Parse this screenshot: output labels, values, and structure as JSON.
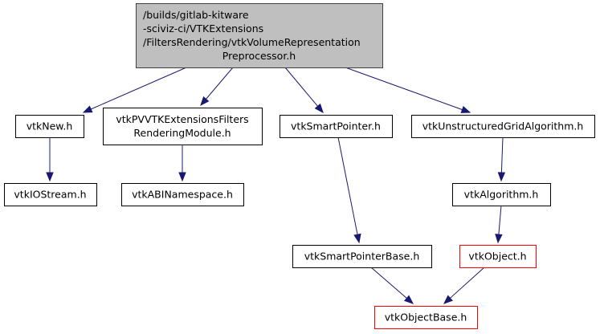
{
  "graph": {
    "title": "Include dependency graph",
    "colors": {
      "edge": "#191970",
      "root_fill": "#bfbfbf",
      "truncated_border": "#ff0000",
      "normal_border": "#000000"
    },
    "nodes": [
      {
        "id": "root",
        "lines": [
          "/builds/gitlab-kitware",
          "-sciviz-ci/VTKExtensions",
          "/FiltersRendering/vtkVolumeRepresentation",
          "Preprocessor.h"
        ],
        "style": "root",
        "align": [
          "left",
          "left",
          "left",
          "center"
        ]
      },
      {
        "id": "vtkNew",
        "lines": [
          "vtkNew.h"
        ],
        "style": "normal"
      },
      {
        "id": "vtkPVModule",
        "lines": [
          "vtkPVVTKExtensionsFilters",
          "RenderingModule.h"
        ],
        "style": "normal"
      },
      {
        "id": "vtkSmartPointer",
        "lines": [
          "vtkSmartPointer.h"
        ],
        "style": "normal"
      },
      {
        "id": "vtkUGA",
        "lines": [
          "vtkUnstructuredGridAlgorithm.h"
        ],
        "style": "normal"
      },
      {
        "id": "vtkIOStream",
        "lines": [
          "vtkIOStream.h"
        ],
        "style": "normal"
      },
      {
        "id": "vtkABINamespace",
        "lines": [
          "vtkABINamespace.h"
        ],
        "style": "normal"
      },
      {
        "id": "vtkAlgorithm",
        "lines": [
          "vtkAlgorithm.h"
        ],
        "style": "normal"
      },
      {
        "id": "vtkSmartPointerBase",
        "lines": [
          "vtkSmartPointerBase.h"
        ],
        "style": "normal"
      },
      {
        "id": "vtkObject",
        "lines": [
          "vtkObject.h"
        ],
        "style": "truncated"
      },
      {
        "id": "vtkObjectBase",
        "lines": [
          "vtkObjectBase.h"
        ],
        "style": "truncated"
      }
    ],
    "edges": [
      {
        "from": "root",
        "to": "vtkNew"
      },
      {
        "from": "root",
        "to": "vtkPVModule"
      },
      {
        "from": "root",
        "to": "vtkSmartPointer"
      },
      {
        "from": "root",
        "to": "vtkUGA"
      },
      {
        "from": "vtkNew",
        "to": "vtkIOStream"
      },
      {
        "from": "vtkPVModule",
        "to": "vtkABINamespace"
      },
      {
        "from": "vtkSmartPointer",
        "to": "vtkSmartPointerBase"
      },
      {
        "from": "vtkUGA",
        "to": "vtkAlgorithm"
      },
      {
        "from": "vtkAlgorithm",
        "to": "vtkObject"
      },
      {
        "from": "vtkSmartPointerBase",
        "to": "vtkObjectBase"
      },
      {
        "from": "vtkObject",
        "to": "vtkObjectBase"
      }
    ]
  }
}
